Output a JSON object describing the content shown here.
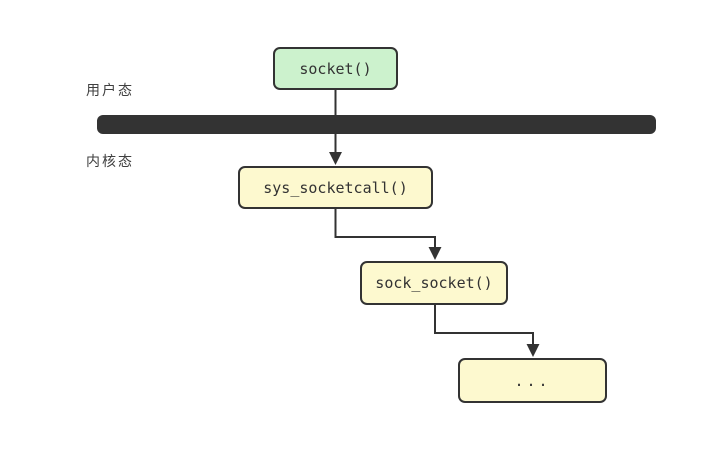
{
  "labels": {
    "user_mode": "用户态",
    "kernel_mode": "内核态"
  },
  "nodes": {
    "socket": {
      "label": "socket()"
    },
    "sys_socketcall": {
      "label": "sys_socketcall()"
    },
    "sock_socket": {
      "label": "sock_socket()"
    },
    "ellipsis": {
      "label": "..."
    }
  },
  "colors": {
    "user_fill": "#ccf2cd",
    "kernel_fill": "#fdf9cf",
    "border": "#333333",
    "bar": "#333333",
    "text": "#333333",
    "label_text": "#3f3f3f"
  }
}
